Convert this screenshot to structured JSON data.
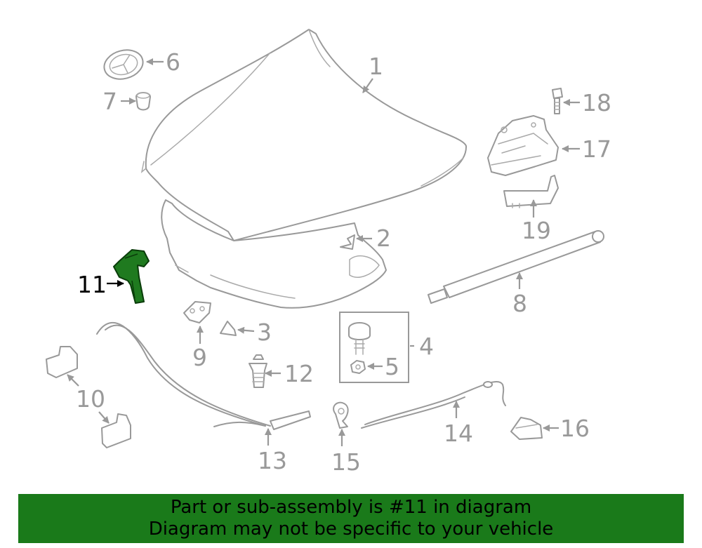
{
  "callouts": {
    "c1": "1",
    "c2": "2",
    "c3": "3",
    "c4": "4",
    "c5": "5",
    "c6": "6",
    "c7": "7",
    "c8": "8",
    "c9": "9",
    "c10": "10",
    "c11": "11",
    "c12": "12",
    "c13": "13",
    "c14": "14",
    "c15": "15",
    "c16": "16",
    "c17": "17",
    "c18": "18",
    "c19": "19"
  },
  "highlighted_part": "11",
  "colors": {
    "highlight": "#1f7a1f",
    "banner": "#1a7a1a",
    "line": "#999999"
  },
  "banner": {
    "line1": "Part or sub-assembly is #11 in diagram",
    "line2": "Diagram may not be specific to your vehicle"
  }
}
